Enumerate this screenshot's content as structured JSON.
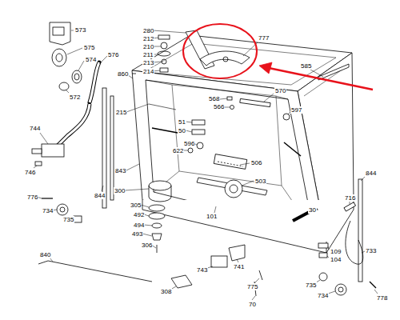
{
  "diagram": {
    "labels": [
      "573",
      "575",
      "574",
      "576",
      "572",
      "280",
      "212",
      "210",
      "211",
      "213",
      "214",
      "777",
      "860",
      "215",
      "568",
      "566",
      "570",
      "597",
      "585",
      "51",
      "50",
      "596",
      "622",
      "744",
      "746",
      "844",
      "843",
      "300",
      "506",
      "503",
      "305",
      "492",
      "494",
      "493",
      "306",
      "101",
      "776",
      "734",
      "735",
      "30",
      "716",
      "844",
      "109",
      "104",
      "733",
      "741",
      "743",
      "775",
      "840",
      "308",
      "70",
      "735",
      "734",
      "778"
    ]
  }
}
